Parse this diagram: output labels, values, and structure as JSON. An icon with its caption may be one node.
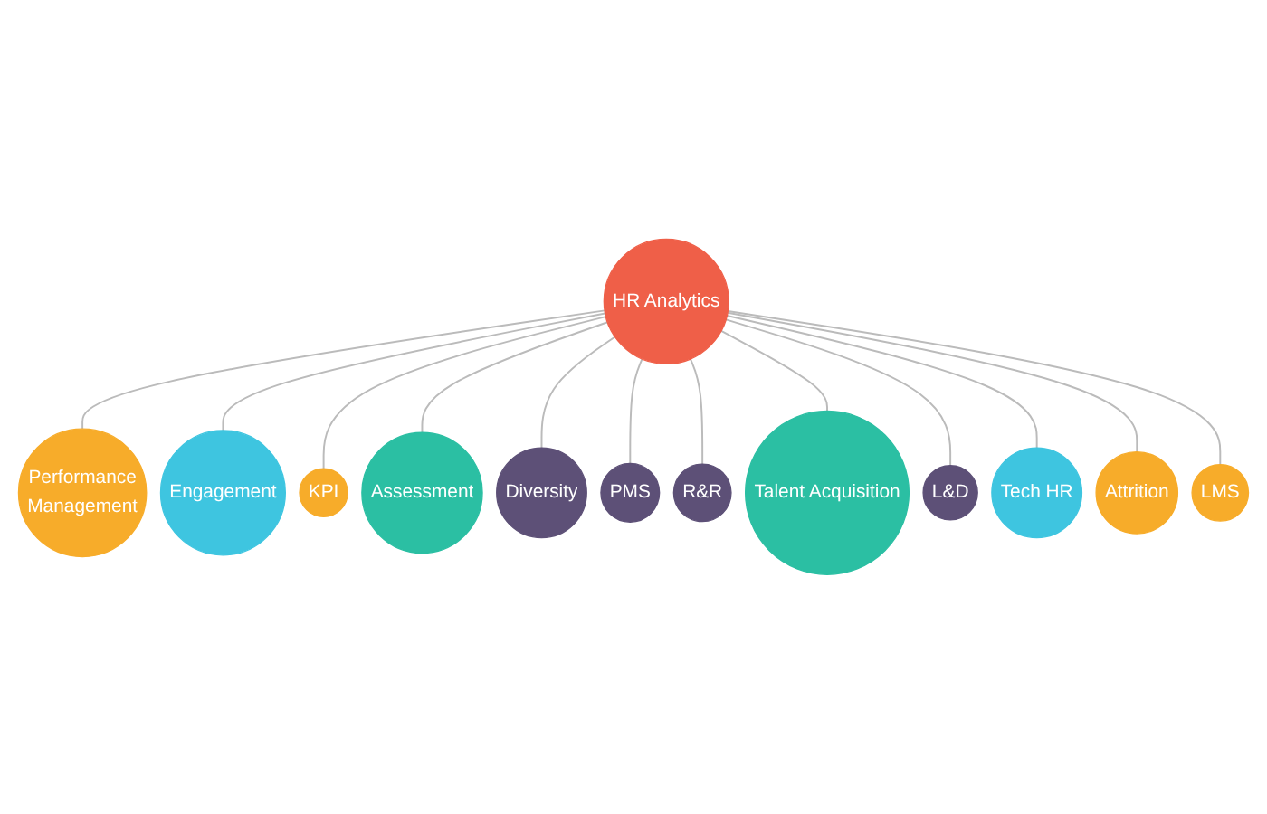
{
  "diagram": {
    "nodes": [
      {
        "text": [
          "HR Analytics"
        ]
      },
      {
        "text": [
          "Performance",
          "Management"
        ]
      },
      {
        "text": [
          "Engagement"
        ]
      },
      {
        "text": [
          "KPI"
        ]
      },
      {
        "text": [
          "Assessment"
        ]
      },
      {
        "text": [
          "Diversity"
        ]
      },
      {
        "text": [
          "PMS"
        ]
      },
      {
        "text": [
          "R&R"
        ]
      },
      {
        "text": [
          "Talent Acquisition"
        ]
      },
      {
        "text": [
          "L&D"
        ]
      },
      {
        "text": [
          "Tech HR"
        ]
      },
      {
        "text": [
          "Attrition"
        ]
      },
      {
        "text": [
          "LMS"
        ]
      }
    ],
    "edges": [
      {
        "from": 0,
        "to": 1,
        "arrow": "none"
      },
      {
        "from": 0,
        "to": 2,
        "arrow": "none"
      },
      {
        "from": 0,
        "to": 3,
        "arrow": "none"
      },
      {
        "from": 0,
        "to": 4,
        "arrow": "none"
      },
      {
        "from": 0,
        "to": 5,
        "arrow": "none"
      },
      {
        "from": 0,
        "to": 6,
        "arrow": "none"
      },
      {
        "from": 0,
        "to": 7,
        "arrow": "none"
      },
      {
        "from": 0,
        "to": 8,
        "arrow": "none"
      },
      {
        "from": 0,
        "to": 9,
        "arrow": "none"
      },
      {
        "from": 0,
        "to": 10,
        "arrow": "none"
      },
      {
        "from": 0,
        "to": 11,
        "arrow": "none"
      },
      {
        "from": 0,
        "to": 12,
        "arrow": "none"
      }
    ]
  }
}
